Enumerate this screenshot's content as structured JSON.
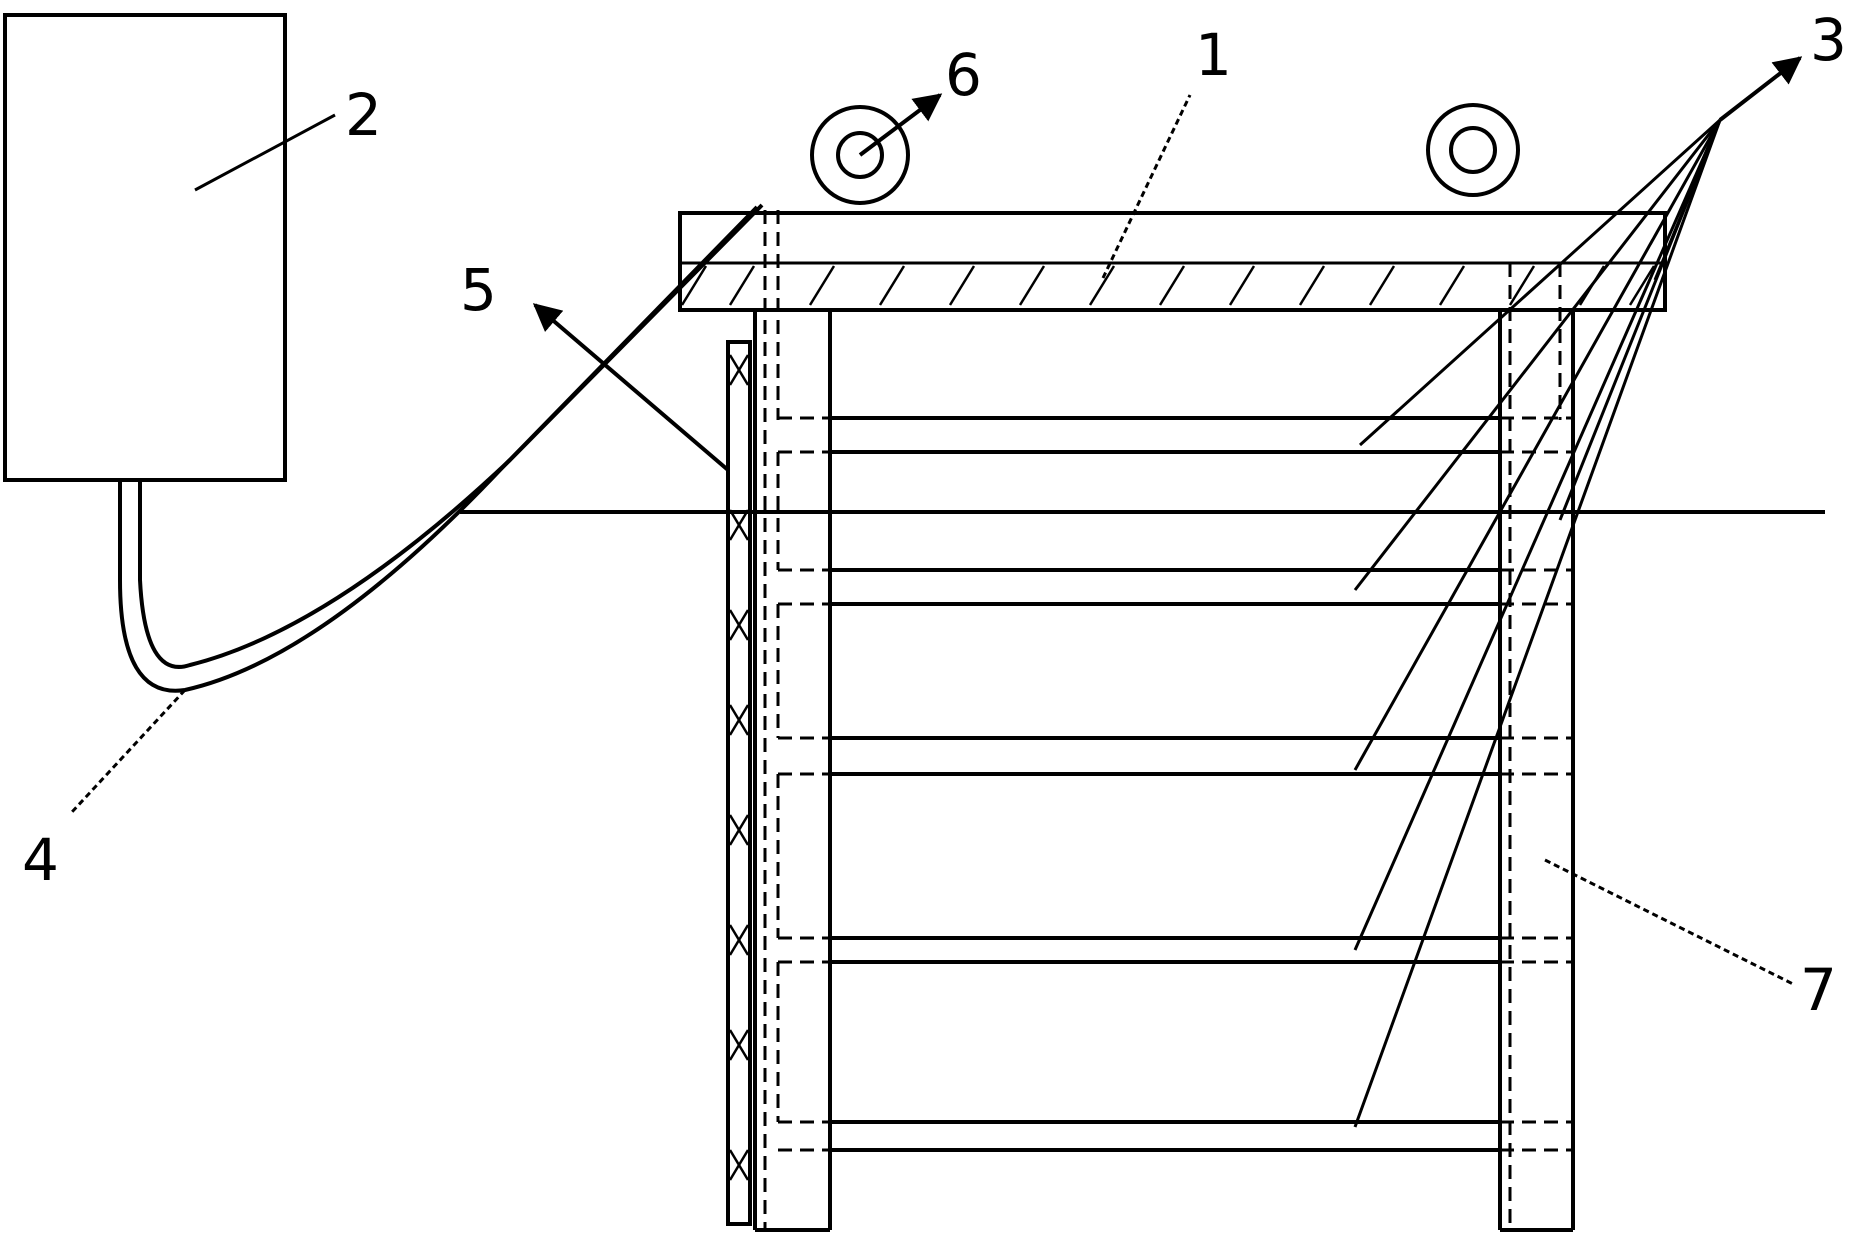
{
  "diagram": {
    "labels": [
      {
        "id": "beam",
        "text": "1"
      },
      {
        "id": "box",
        "text": "2"
      },
      {
        "id": "rods",
        "text": "3"
      },
      {
        "id": "cable",
        "text": "4"
      },
      {
        "id": "strip",
        "text": "5"
      },
      {
        "id": "rings",
        "text": "6"
      },
      {
        "id": "frame",
        "text": "7"
      }
    ]
  }
}
